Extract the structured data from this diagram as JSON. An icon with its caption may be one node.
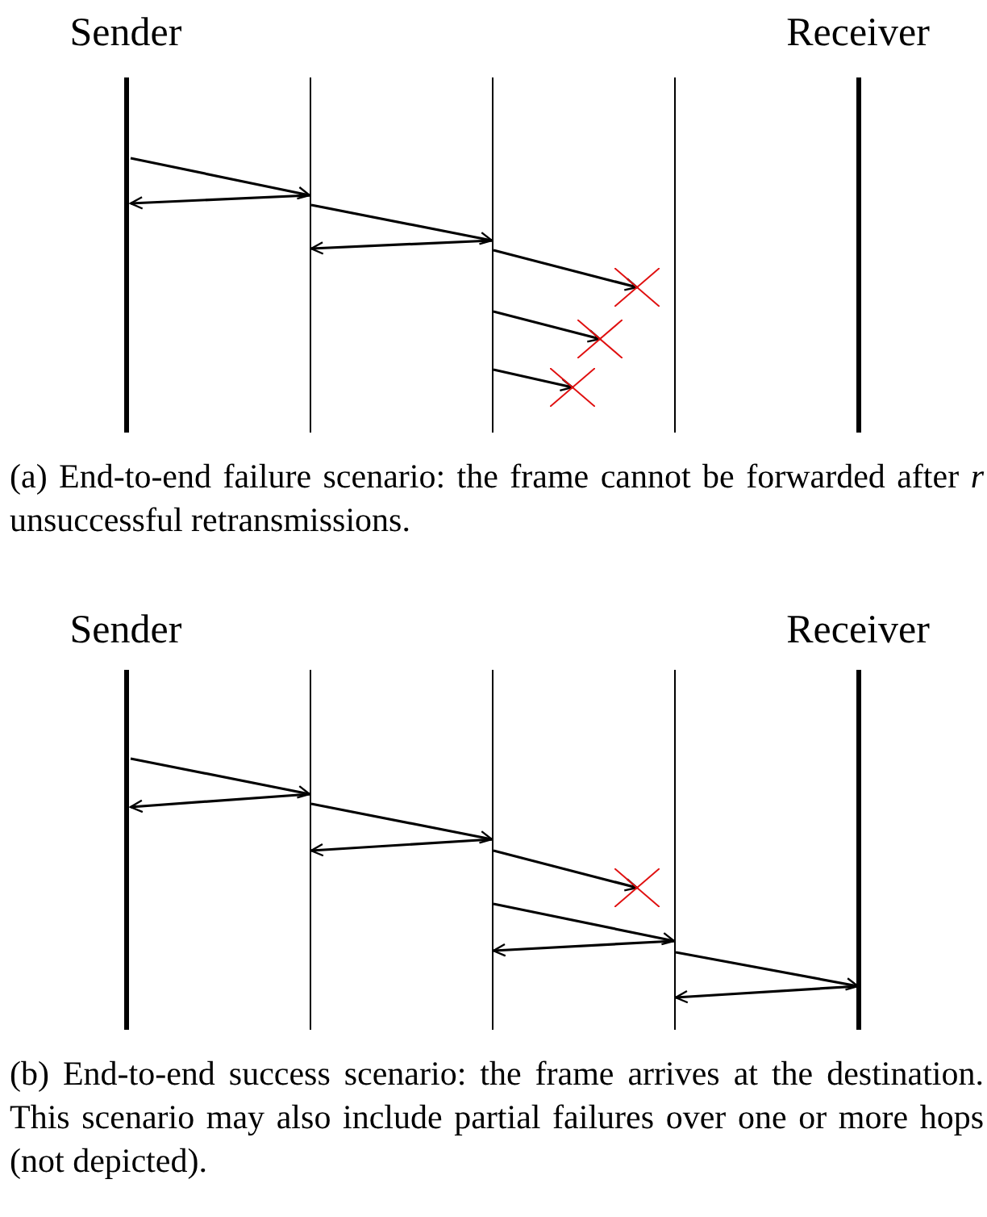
{
  "diagram": {
    "nodes": [
      {
        "text": [
          "Sender"
        ]
      },
      {
        "text": [],
        "shape": "bar"
      },
      {
        "text": [],
        "shape": "bar"
      },
      {
        "text": [],
        "shape": "bar"
      },
      {
        "text": [
          "Receiver"
        ]
      },
      {
        "text": [],
        "shape": "cross"
      },
      {
        "text": [],
        "shape": "cross"
      },
      {
        "text": [],
        "shape": "cross"
      },
      {
        "text": [
          "Sender"
        ]
      },
      {
        "text": [],
        "shape": "bar"
      },
      {
        "text": [],
        "shape": "bar"
      },
      {
        "text": [],
        "shape": "bar"
      },
      {
        "text": [
          "Receiver"
        ]
      },
      {
        "text": [],
        "shape": "cross"
      }
    ],
    "edges": [
      {
        "from": 0,
        "to": 1,
        "arrow": "to"
      },
      {
        "from": 1,
        "to": 0,
        "arrow": "to"
      },
      {
        "from": 1,
        "to": 2,
        "arrow": "to"
      },
      {
        "from": 2,
        "to": 1,
        "arrow": "to"
      },
      {
        "from": 2,
        "to": 5,
        "arrow": "to"
      },
      {
        "from": 2,
        "to": 6,
        "arrow": "to"
      },
      {
        "from": 2,
        "to": 7,
        "arrow": "to"
      },
      {
        "from": 8,
        "to": 9,
        "arrow": "to"
      },
      {
        "from": 9,
        "to": 8,
        "arrow": "to"
      },
      {
        "from": 9,
        "to": 10,
        "arrow": "to"
      },
      {
        "from": 10,
        "to": 9,
        "arrow": "to"
      },
      {
        "from": 10,
        "to": 13,
        "arrow": "to"
      },
      {
        "from": 10,
        "to": 11,
        "arrow": "to"
      },
      {
        "from": 11,
        "to": 10,
        "arrow": "to"
      },
      {
        "from": 11,
        "to": 12,
        "arrow": "to"
      },
      {
        "from": 12,
        "to": 11,
        "arrow": "to"
      }
    ],
    "labels": [
      "(a) End-to-end failure scenario: the frame cannot be forwarded after *r* unsuccessful retransmissions.",
      "(b) End-to-end success scenario: the frame arrives at the destination. This scenario may also include partial failures over one or more hops (not depicted)."
    ]
  }
}
